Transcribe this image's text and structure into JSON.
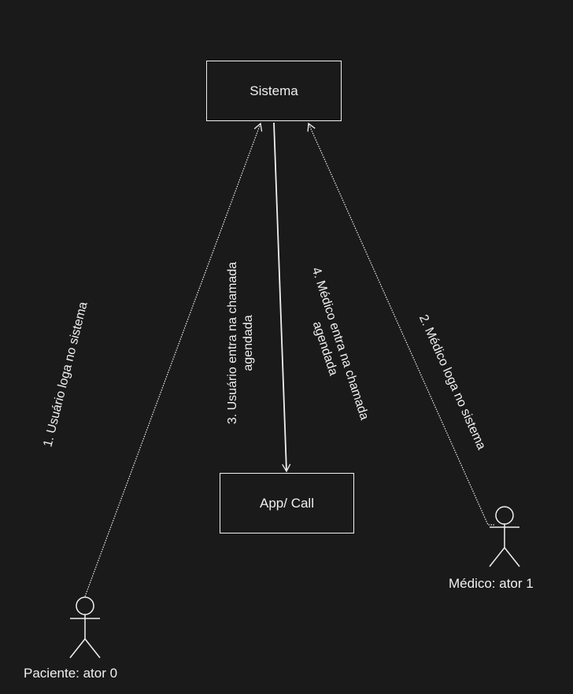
{
  "nodes": {
    "sistema": "Sistema",
    "app_call": "App/ Call"
  },
  "actors": {
    "paciente": "Paciente: ator 0",
    "medico": "Médico: ator 1"
  },
  "edges": {
    "e1": "1. Usuário loga no sistema",
    "e2": "2. Médico loga no sistema",
    "e3_line1": "3. Usuário entra na chamada",
    "e3_line2": "agendada",
    "e4_line1": "4. Médico entra na chamada",
    "e4_line2": "agendada"
  },
  "colors": {
    "background": "#1a1a1a",
    "foreground": "#f0f0f0"
  }
}
